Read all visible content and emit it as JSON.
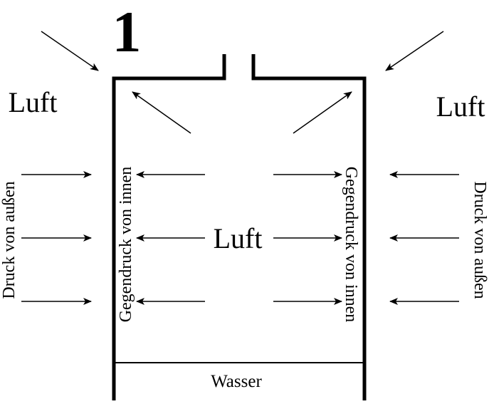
{
  "figure_number": "1",
  "labels": {
    "luft_left": "Luft",
    "luft_right": "Luft",
    "luft_center": "Luft",
    "druck_left": "Druck von außen",
    "druck_right": "Druck von außen",
    "gegendruck_left": "Gegendruck von innen",
    "gegendruck_right": "Gegendruck von innen",
    "wasser": "Wasser"
  },
  "colors": {
    "stroke": "#000000",
    "background": "#ffffff"
  }
}
